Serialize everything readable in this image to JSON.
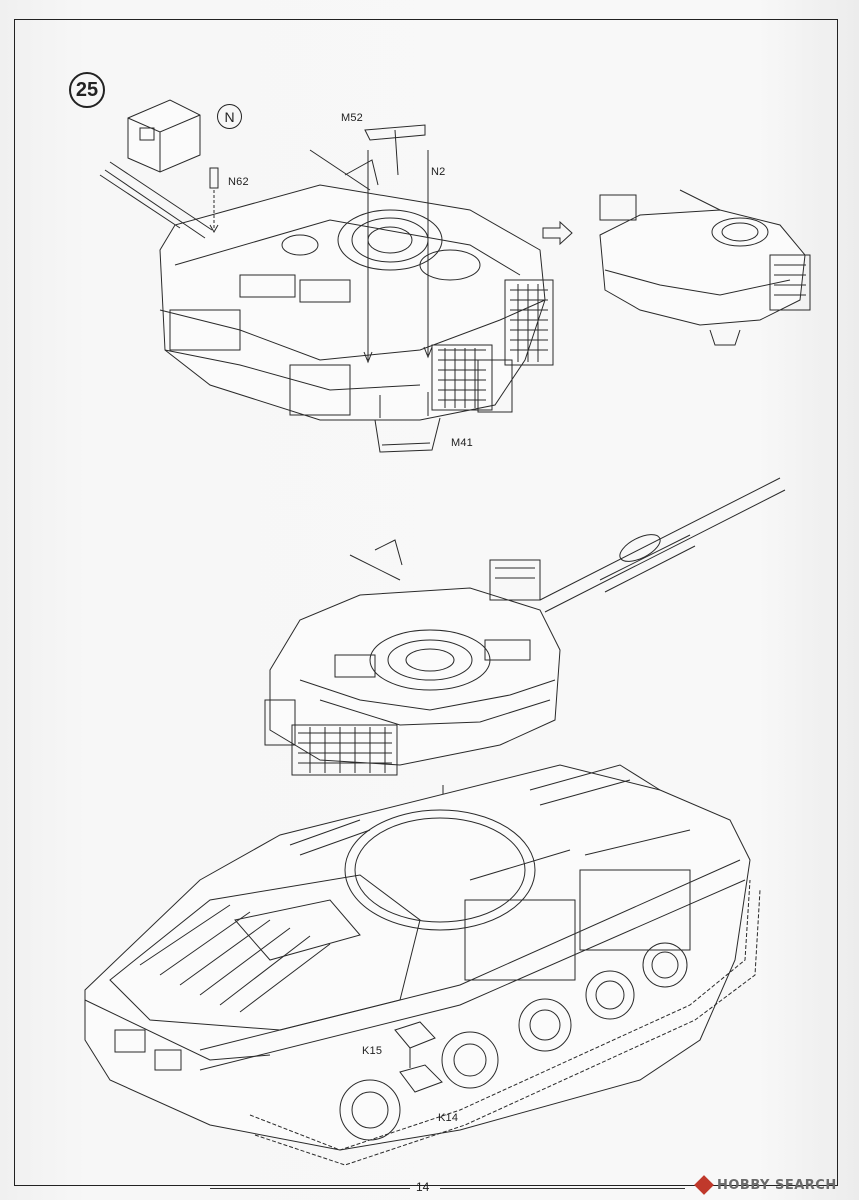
{
  "step": {
    "number": "25",
    "reference_badge": "N"
  },
  "part_labels": {
    "m52": "M52",
    "n2": "N2",
    "n62": "N62",
    "m41": "M41",
    "k15": "K15",
    "k14": "K14"
  },
  "footer": {
    "page_number": "14",
    "watermark": "HOBBY SEARCH"
  },
  "colors": {
    "ink": "#222222",
    "paper": "#f8f8f8",
    "watermark_accent": "#c0392b"
  }
}
